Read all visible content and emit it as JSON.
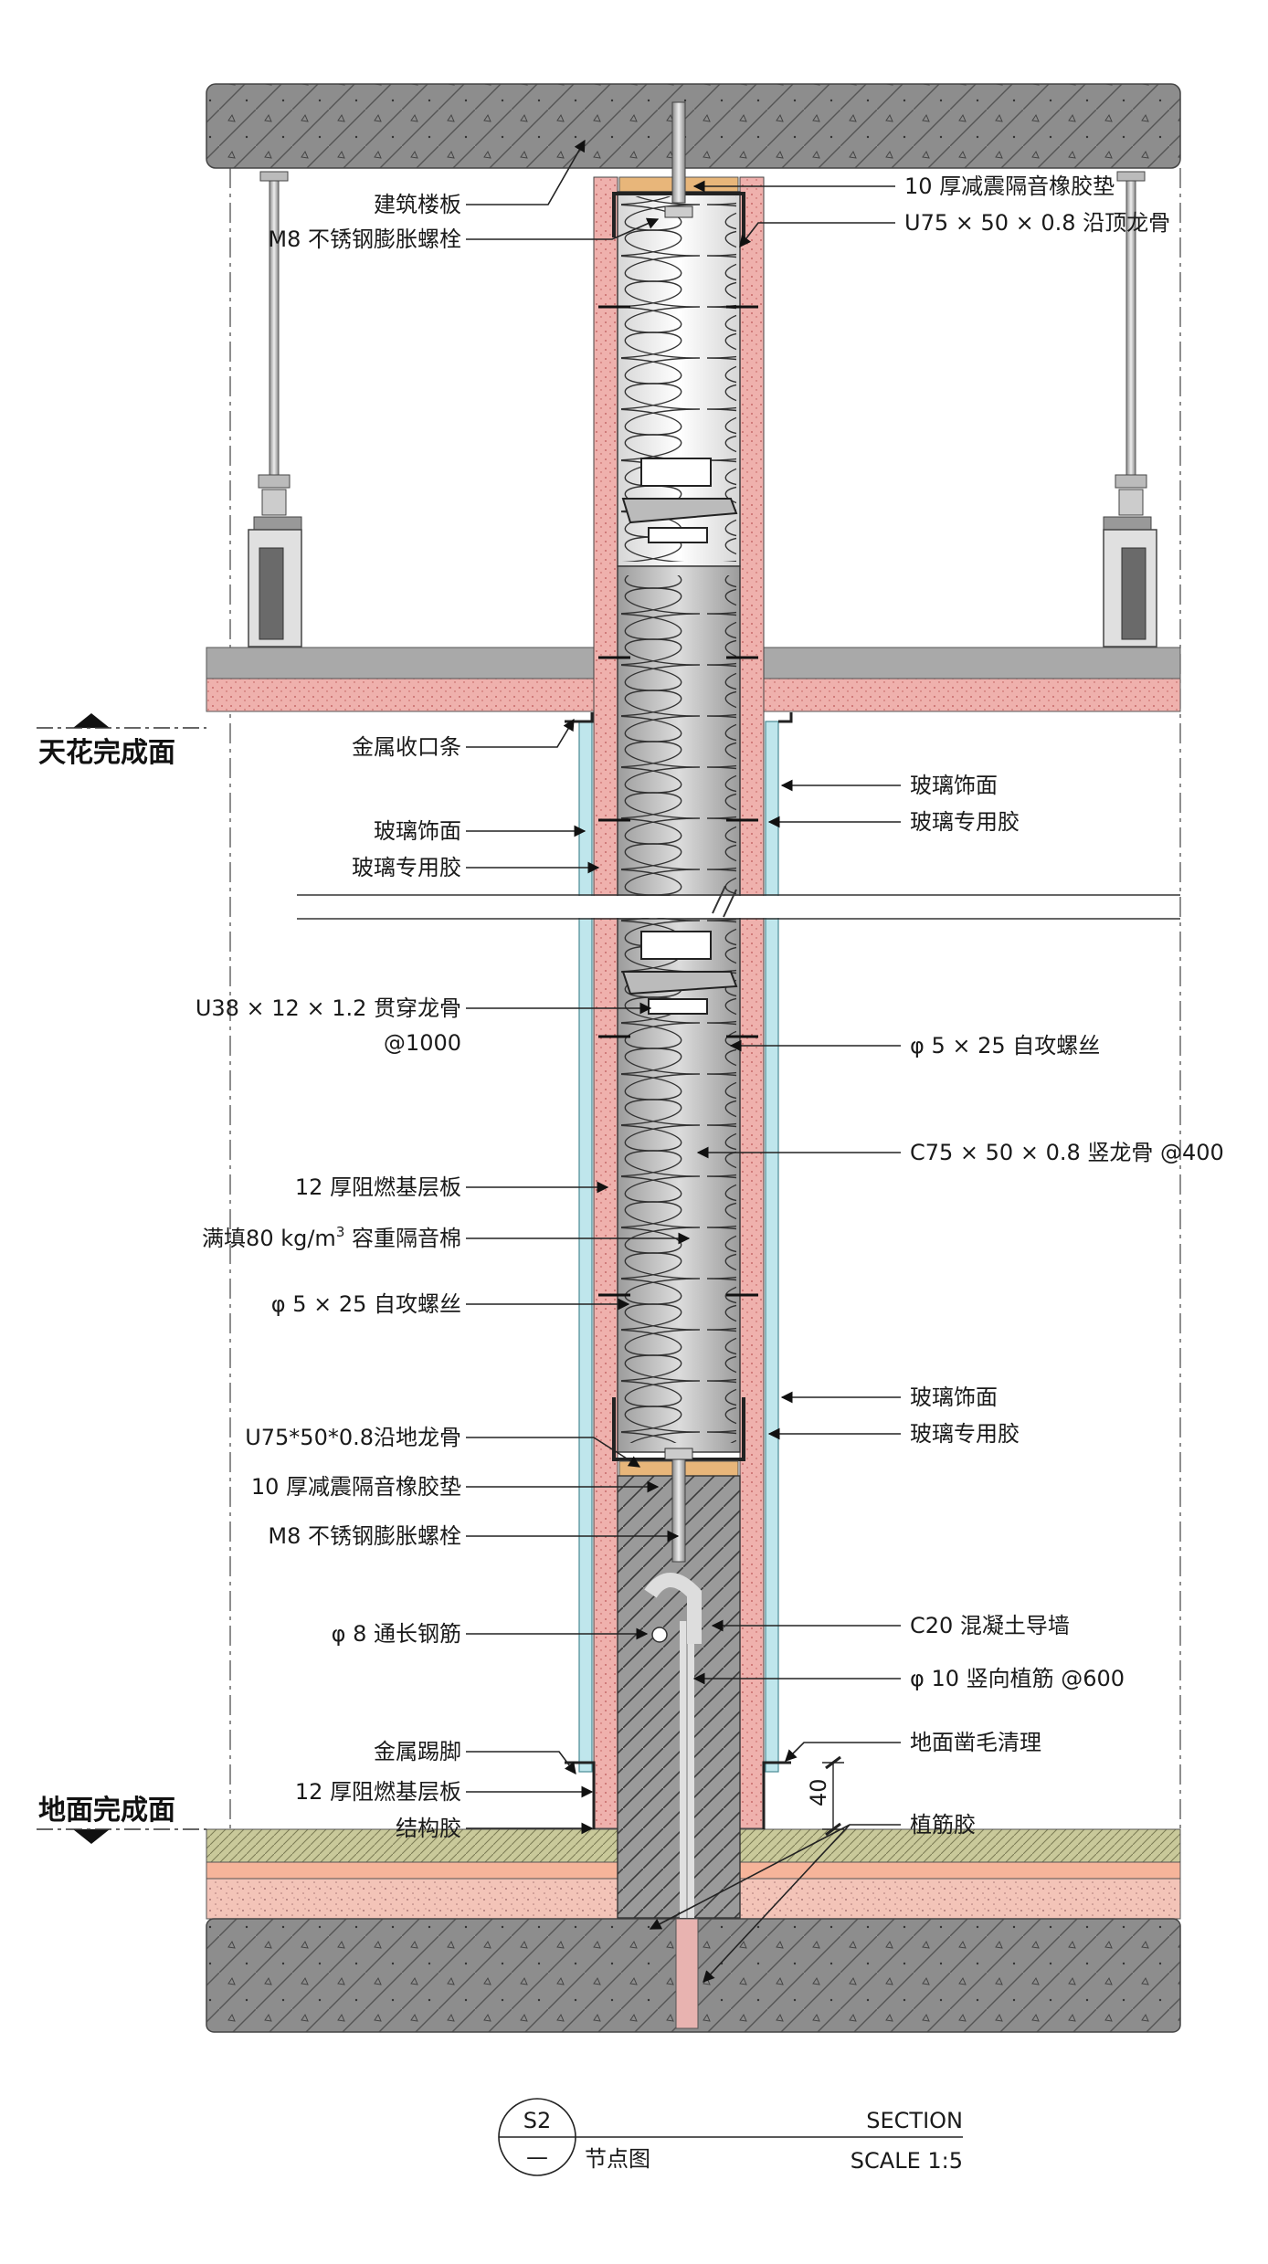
{
  "labels": {
    "building_slab": "建筑楼板",
    "m8_bolt_top": "M8 不锈钢膨胀螺栓",
    "rubber_pad_top": "10 厚减震隔音橡胶垫",
    "top_track": "U75 × 50 × 0.8 沿顶龙骨",
    "ceiling_finish": "天花完成面",
    "metal_trim": "金属收口条",
    "glass_finish_l1": "玻璃饰面",
    "glass_glue_l1": "玻璃专用胶",
    "glass_finish_r1": "玻璃饰面",
    "glass_glue_r1": "玻璃专用胶",
    "u38_keel": "U38 × 12 × 1.2 贯穿龙骨",
    "u38_spacing": "@1000",
    "screw_r": "φ 5 × 25 自攻螺丝",
    "c75_stud": "C75 × 50 × 0.8 竖龙骨 @400",
    "fr_board_l": "12 厚阻燃基层板",
    "wool_prefix": "满填80 kg/m",
    "wool_sup": "3",
    "wool_suffix": " 容重隔音棉",
    "screw_l": "φ 5 × 25 自攻螺丝",
    "glass_finish_r2": "玻璃饰面",
    "glass_glue_r2": "玻璃专用胶",
    "bottom_track": "U75*50*0.8沿地龙骨",
    "rubber_pad_bot": "10 厚减震隔音橡胶垫",
    "m8_bolt_bot": "M8 不锈钢膨胀螺栓",
    "c20_wall": "C20 混凝土导墙",
    "rebar_8": "φ 8 通长钢筋",
    "rebar_10": "φ 10 竖向植筋 @600",
    "metal_skirting": "金属踢脚",
    "floor_chisel": "地面凿毛清理",
    "fr_board_l2": "12 厚阻燃基层板",
    "struct_glue": "结构胶",
    "rebar_glue": "植筋胶",
    "floor_finish": "地面完成面",
    "dim_40": "40"
  },
  "title_block": {
    "id": "S2",
    "sub": "—",
    "name": "节点图",
    "section": "SECTION",
    "scale": "SCALE 1:5"
  }
}
